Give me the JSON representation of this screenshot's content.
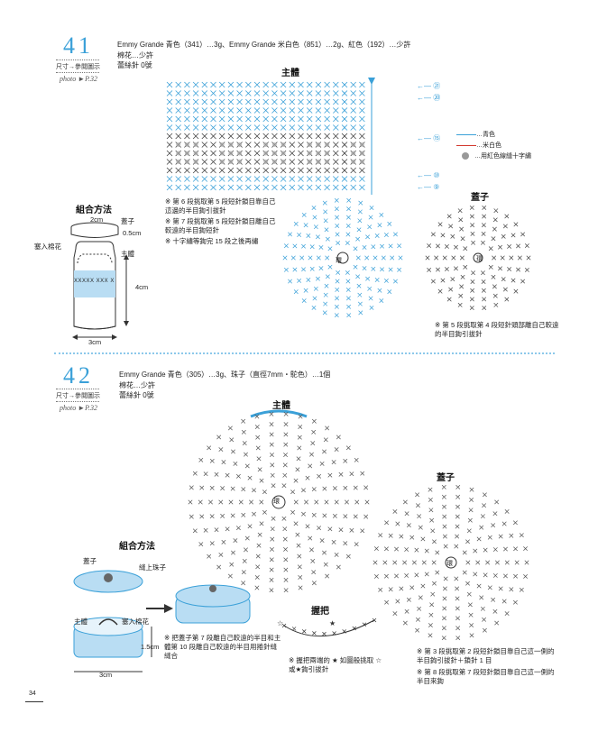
{
  "p41": {
    "number": "41",
    "size_note": "尺寸→參閱圖示",
    "photo_ref": "photo ►P.32",
    "materials": [
      "Emmy Grande 青色（341）…3g、Emmy Grande 米白色（851）…2g、紅色（192）…少許",
      "棉花…少許",
      "蕾絲針 0號"
    ],
    "body_title": "主體",
    "lid_title": "蓋子",
    "assembly_title": "組合方法",
    "row_labels": [
      "㉑",
      "⑳",
      "⑮",
      "⑩",
      "⑨"
    ],
    "legend": [
      "…青色",
      "…米白色",
      "…用紅色線縫十字繡"
    ],
    "body_notes": [
      "※ 第 6 段挑取第 5 段短針鎖目靠自己這邊的半目鉤引拔針",
      "※ 第 7 段挑取第 5 段短針鎖目離自己較遠的半目鉤短針",
      "※ 十字繡等鉤完 15 段之後再繡"
    ],
    "lid_note": "※ 第 5 段挑取第 4 段短針頭部離自己較遠的半目鉤引拔針",
    "ring_label": "環",
    "assembly": {
      "lid_label": "蓋子",
      "lid_dim": "2cm",
      "lid_height": "0.5cm",
      "stuff_label": "塞入棉花",
      "body_label": "主體",
      "height": "4cm",
      "width": "3cm",
      "stitch_text": "XXXXX XXX X"
    }
  },
  "p42": {
    "number": "42",
    "size_note": "尺寸→參閱圖示",
    "photo_ref": "photo ►P.32",
    "materials": [
      "Emmy Grande 青色（305）…3g、珠子（直徑7mm・駝色）…1個",
      "棉花…少許",
      "蕾絲針 0號"
    ],
    "body_title": "主體",
    "lid_title": "蓋子",
    "handle_title": "握把",
    "assembly_title": "組合方法",
    "ring_label": "環",
    "assembly": {
      "lid_label": "蓋子",
      "bead_label": "縫上珠子",
      "body_label": "主體",
      "stuff_label": "塞入棉花",
      "height": "1.5cm",
      "width": "3cm"
    },
    "assembly_note": "※ 把蓋子第 7 段離自己較遠的半目和主體第 10 段離自己較遠的半目用捲針縫縫合",
    "handle_note": "※ 握把兩端的 ★ 如圖般挑取 ☆或★鉤引拔針",
    "lid_notes": [
      "※ 第 3 段挑取第 2 段短針鎖目靠自己這一側的半目鉤引拔針＋鎖針 1 目",
      "※ 第 8 段挑取第 7 段短針鎖目靠自己這一側的半目來鉤"
    ]
  },
  "page_number": "34",
  "colors": {
    "blue": "#3aa0d8",
    "red": "#d2382e",
    "dark": "#333333"
  }
}
